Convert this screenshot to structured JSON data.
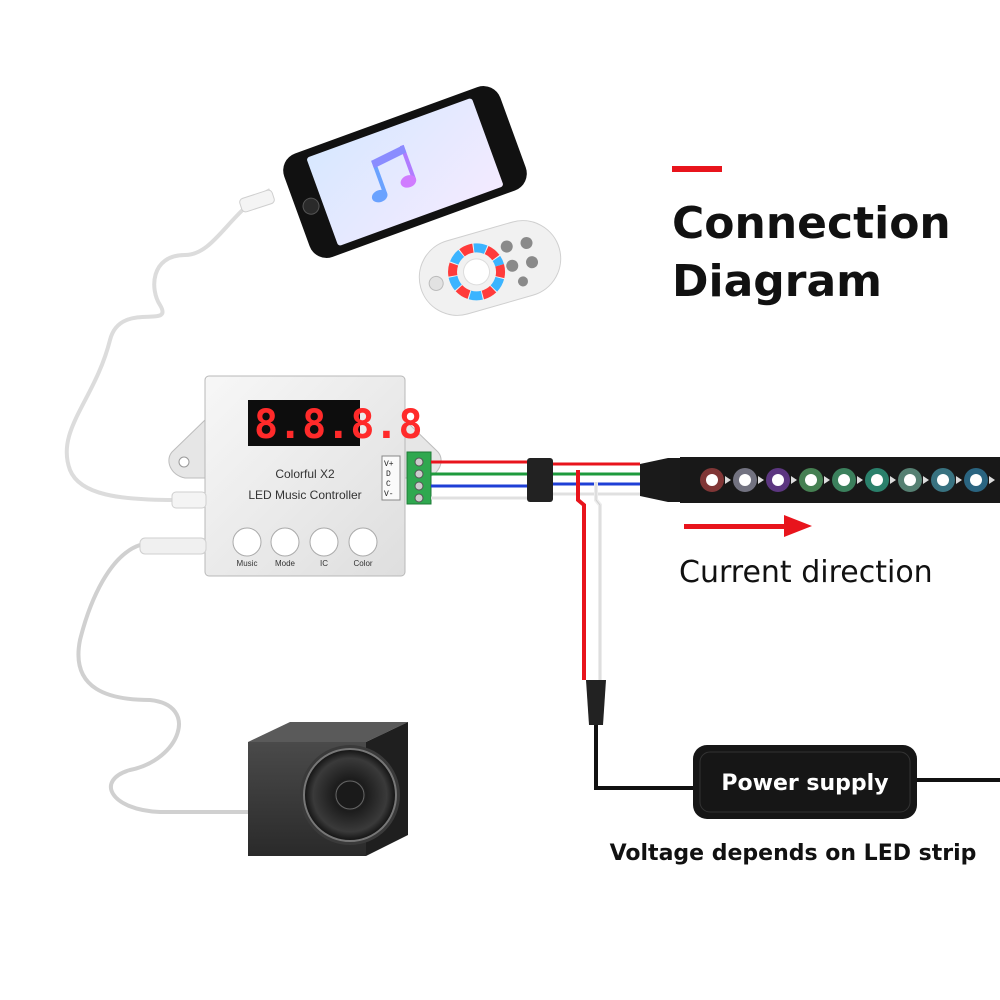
{
  "title": {
    "line1": "Connection",
    "line2": "Diagram",
    "accent_color": "#e8141c"
  },
  "controller": {
    "display": "8.8.8.8",
    "brand": "Colorful  X2",
    "product": "LED Music Controller",
    "terminals": [
      "V+",
      "D",
      "C",
      "V-"
    ],
    "buttons": [
      "Music",
      "Mode",
      "IC",
      "Color"
    ]
  },
  "arrow_label": "Current direction",
  "power_supply": {
    "label": "Power supply",
    "note": "Voltage depends on LED strip"
  },
  "wire_colors": {
    "red": "#e8141c",
    "green": "#1e9a3c",
    "blue": "#1f3fd6",
    "white": "#f2f2f2",
    "black": "#111111"
  },
  "led_colors": [
    "#ff5a5a",
    "#e0e0ff",
    "#b05cff",
    "#7dff9a",
    "#66ffb0",
    "#40ffd0",
    "#a0ffe0",
    "#60e0ff",
    "#40c0ff",
    "#80d0ff",
    "#ffffff"
  ],
  "icons": [
    "smartphone-icon",
    "music-note-icon",
    "remote-control-icon",
    "speaker-icon",
    "audio-cable-icon"
  ]
}
